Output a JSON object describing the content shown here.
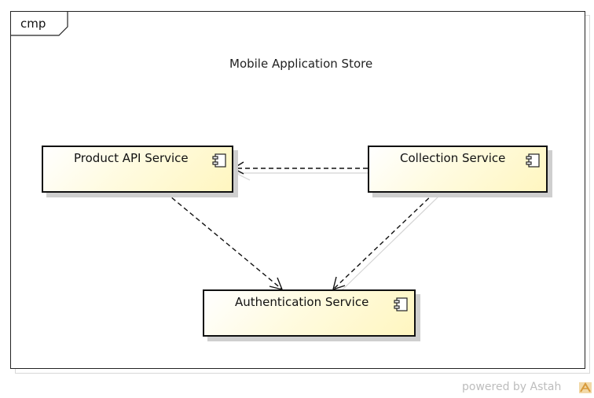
{
  "frame": {
    "tag": "cmp"
  },
  "diagram_title": "Mobile Application Store",
  "components": {
    "product_api": "Product API Service",
    "collection": "Collection Service",
    "authentication": "Authentication Service"
  },
  "colors": {
    "component_fill": "#fff9cc",
    "border": "#111111",
    "shadow": "#cfcfcf"
  },
  "icons": {
    "component": "component-icon",
    "brand": "astah-logo"
  },
  "watermark": "powered by Astah"
}
